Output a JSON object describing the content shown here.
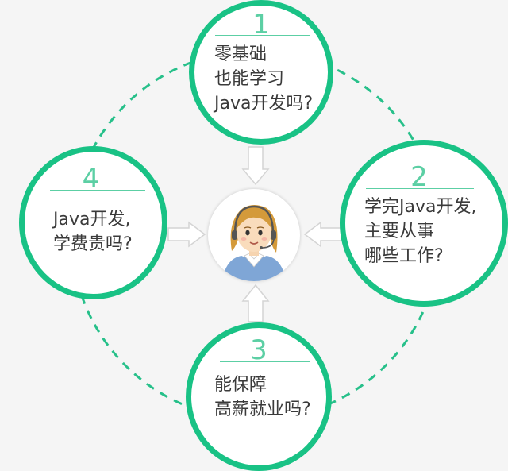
{
  "bubbles": [
    {
      "number": "1",
      "lines": [
        "零基础",
        "也能学习",
        "Java开发吗?"
      ]
    },
    {
      "number": "2",
      "lines": [
        "学完Java开发,",
        "主要从事",
        "哪些工作?"
      ]
    },
    {
      "number": "3",
      "lines": [
        "能保障",
        "高薪就业吗?"
      ]
    },
    {
      "number": "4",
      "lines": [
        "Java开发,",
        "学费贵吗?"
      ]
    }
  ],
  "colors": {
    "ring": "#19c285",
    "number": "#5ccfa4",
    "dashed_link": "#27c08a",
    "arrow_fill": "#ffffff",
    "arrow_stroke": "#d4d4d4",
    "background": "#f5f5f5"
  },
  "center": {
    "icon": "customer-service-agent-icon"
  }
}
